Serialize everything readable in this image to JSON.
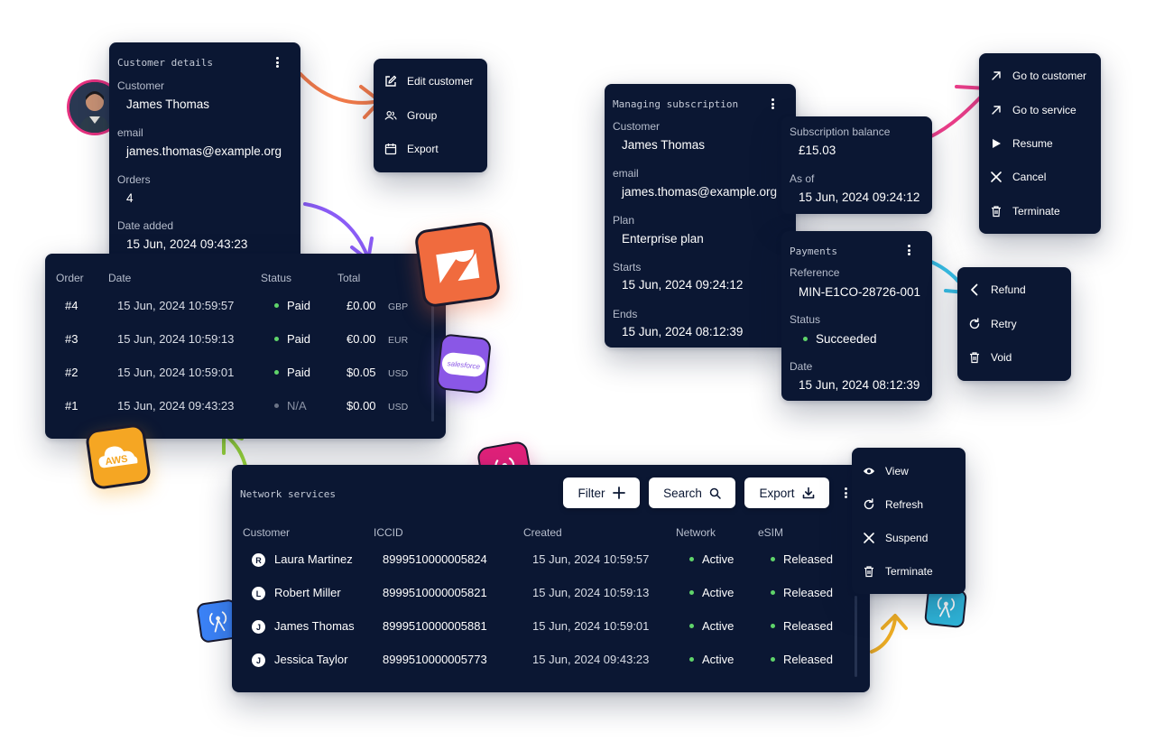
{
  "customer_details": {
    "title": "Customer details",
    "customer_label": "Customer",
    "customer_value": "James Thomas",
    "email_label": "email",
    "email_value": "james.thomas@example.org",
    "orders_label": "Orders",
    "orders_value": "4",
    "date_added_label": "Date added",
    "date_added_value": "15 Jun, 2024 09:43:23"
  },
  "customer_menu": {
    "items": [
      {
        "label": "Edit customer",
        "icon": "edit-icon"
      },
      {
        "label": "Group",
        "icon": "group-icon"
      },
      {
        "label": "Export",
        "icon": "calendar-icon"
      }
    ]
  },
  "orders": {
    "columns": [
      "Order",
      "Date",
      "Status",
      "Total"
    ],
    "rows": [
      {
        "order": "#4",
        "date": "15 Jun, 2024 10:59:57",
        "status": "Paid",
        "total": "£0.00",
        "currency": "GBP"
      },
      {
        "order": "#3",
        "date": "15 Jun, 2024 10:59:13",
        "status": "Paid",
        "total": "€0.00",
        "currency": "EUR"
      },
      {
        "order": "#2",
        "date": "15 Jun, 2024 10:59:01",
        "status": "Paid",
        "total": "$0.05",
        "currency": "USD"
      },
      {
        "order": "#1",
        "date": "15 Jun, 2024 09:43:23",
        "status": "N/A",
        "total": "$0.00",
        "currency": "USD"
      }
    ]
  },
  "subscription": {
    "title": "Managing subscription",
    "customer_label": "Customer",
    "customer_value": "James Thomas",
    "email_label": "email",
    "email_value": "james.thomas@example.org",
    "plan_label": "Plan",
    "plan_value": "Enterprise plan",
    "starts_label": "Starts",
    "starts_value": "15 Jun, 2024 09:24:12",
    "ends_label": "Ends",
    "ends_value": "15 Jun, 2024 08:12:39"
  },
  "balance": {
    "balance_label": "Subscription balance",
    "balance_value": "£15.03",
    "asof_label": "As of",
    "asof_value": "15 Jun, 2024 09:24:12"
  },
  "subscription_menu": {
    "items": [
      {
        "label": "Go to customer",
        "icon": "arrow-up-right-icon"
      },
      {
        "label": "Go to service",
        "icon": "arrow-up-right-icon"
      },
      {
        "label": "Resume",
        "icon": "play-icon"
      },
      {
        "label": "Cancel",
        "icon": "close-icon"
      },
      {
        "label": "Terminate",
        "icon": "trash-icon"
      }
    ]
  },
  "payments": {
    "title": "Payments",
    "reference_label": "Reference",
    "reference_value": "MIN-E1CO-28726-001",
    "status_label": "Status",
    "status_value": "Succeeded",
    "date_label": "Date",
    "date_value": "15 Jun, 2024 08:12:39"
  },
  "payments_menu": {
    "items": [
      {
        "label": "Refund",
        "icon": "chevron-left-icon"
      },
      {
        "label": "Retry",
        "icon": "refresh-icon"
      },
      {
        "label": "Void",
        "icon": "trash-icon"
      }
    ]
  },
  "network_services": {
    "title": "Network services",
    "filter_label": "Filter",
    "search_label": "Search",
    "export_label": "Export",
    "columns": [
      "Customer",
      "ICCID",
      "Created",
      "Network",
      "eSIM"
    ],
    "rows": [
      {
        "initial": "R",
        "customer": "Laura Martinez",
        "iccid": "8999510000005824",
        "created": "15 Jun, 2024 10:59:57",
        "network": "Active",
        "esim": "Released"
      },
      {
        "initial": "L",
        "customer": "Robert Miller",
        "iccid": "8999510000005821",
        "created": "15 Jun, 2024 10:59:13",
        "network": "Active",
        "esim": "Released"
      },
      {
        "initial": "J",
        "customer": "James Thomas",
        "iccid": "8999510000005881",
        "created": "15 Jun, 2024 10:59:01",
        "network": "Active",
        "esim": "Released"
      },
      {
        "initial": "J",
        "customer": "Jessica Taylor",
        "iccid": "8999510000005773",
        "created": "15 Jun, 2024 09:43:23",
        "network": "Active",
        "esim": "Released"
      }
    ]
  },
  "network_menu": {
    "items": [
      {
        "label": "View",
        "icon": "eye-icon"
      },
      {
        "label": "Refresh",
        "icon": "refresh-icon"
      },
      {
        "label": "Suspend",
        "icon": "close-icon"
      },
      {
        "label": "Terminate",
        "icon": "trash-icon"
      }
    ]
  },
  "logos": {
    "aws_text": "AWS",
    "salesforce_text": "salesforce"
  },
  "colors": {
    "panel": "#0b1733",
    "status_green": "#5fd46a",
    "zendesk": "#f06b3e",
    "salesforce": "#8a57e6",
    "aws": "#f5a623",
    "pink_logo": "#e0217a",
    "blue_logo": "#3b82f6",
    "cyan_logo": "#2fb4d8"
  }
}
